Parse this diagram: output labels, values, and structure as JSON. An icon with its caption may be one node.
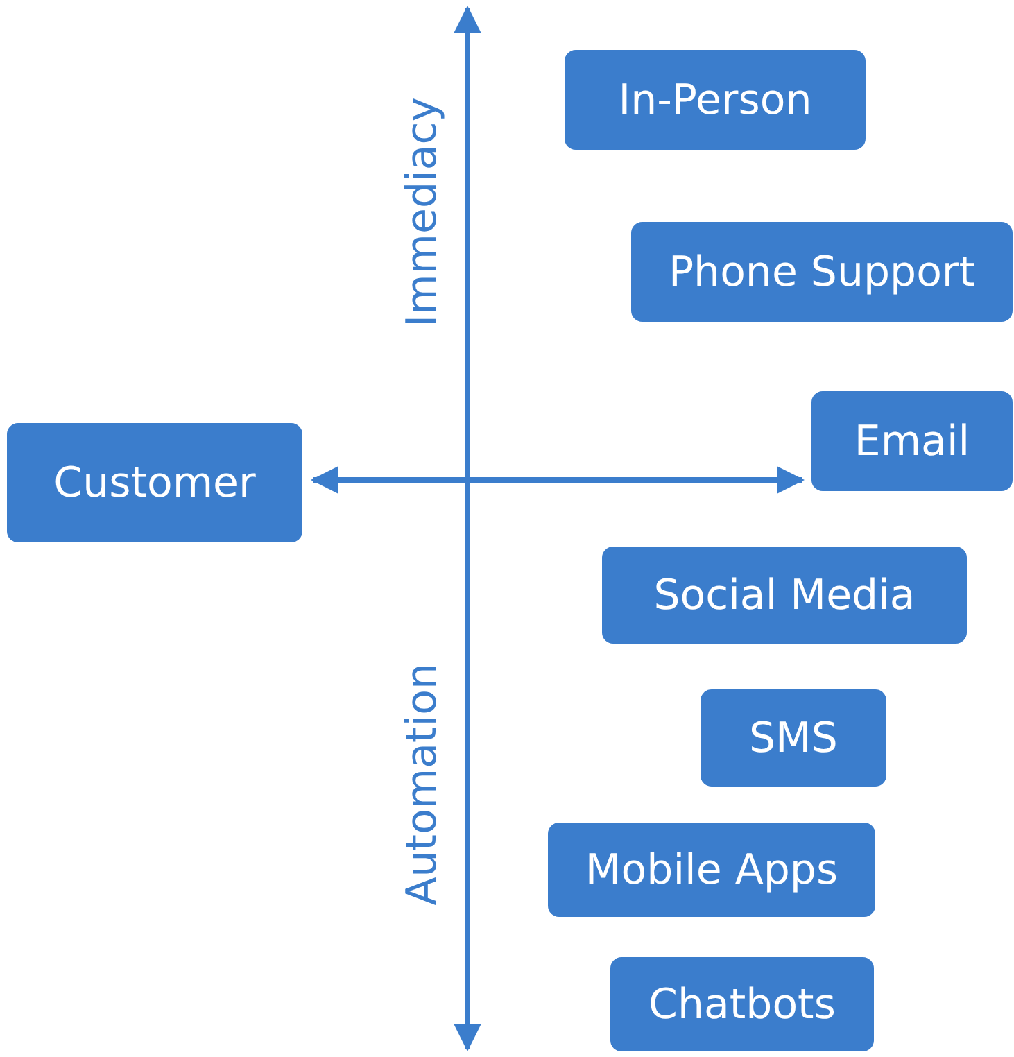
{
  "diagram": {
    "nodes": [
      {
        "text": [
          "In-Person"
        ]
      },
      {
        "text": [
          "Phone Support"
        ]
      },
      {
        "text": [
          "Customer"
        ]
      },
      {
        "text": [
          "Email"
        ]
      },
      {
        "text": [
          "Social Media"
        ]
      },
      {
        "text": [
          "SMS"
        ]
      },
      {
        "text": [
          "Mobile Apps"
        ]
      },
      {
        "text": [
          "Chatbots"
        ]
      }
    ],
    "edges": [
      {
        "from": 2,
        "to": 3,
        "arrow": "both"
      }
    ],
    "labels": [
      "Immediacy",
      "Automation"
    ]
  }
}
